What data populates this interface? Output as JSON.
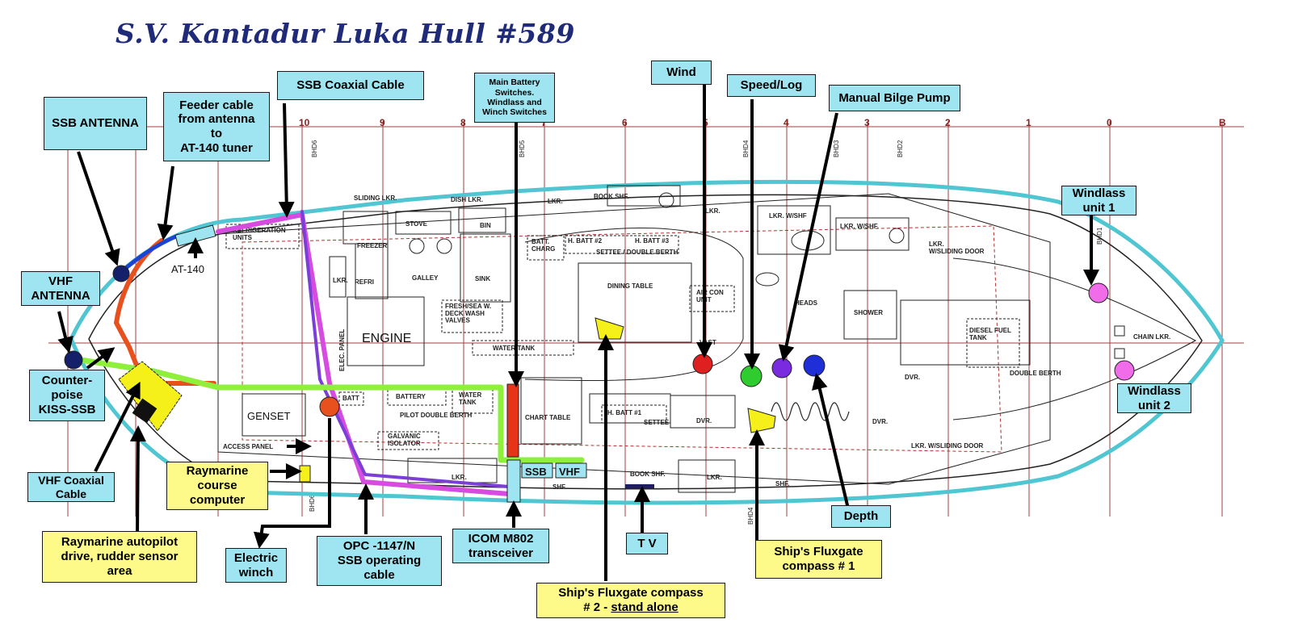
{
  "title": "S.V. Kantadur Luka Hull #589",
  "stations": [
    "10",
    "9",
    "8",
    "7",
    "6",
    "5",
    "4",
    "3",
    "2",
    "1",
    "0",
    "B"
  ],
  "bulkheads": [
    "BHD6",
    "BHD5",
    "BHD4",
    "BHD3",
    "BHD2",
    "BHD1",
    "BHD6",
    "BHD4"
  ],
  "callouts": {
    "ssb_antenna": "SSB ANTENNA",
    "feeder_cable": "Feeder cable\nfrom antenna\nto\nAT-140 tuner",
    "ssb_coaxial": "SSB Coaxial  Cable",
    "main_battery": "Main Battery\nSwitches.\nWindlass and\nWinch Switches",
    "wind": "Wind",
    "speed_log": "Speed/Log",
    "manual_bilge": "Manual Bilge Pump",
    "windlass1": "Windlass\n  unit 1",
    "vhf_antenna": "VHF\nANTENNA",
    "counterpoise": "Counter-\npoise\nKISS-SSB",
    "vhf_coaxial": "VHF Coaxial\nCable",
    "raymarine_course": "Raymarine\ncourse\ncomputer",
    "raymarine_autopilot": "Raymarine autopilot\ndrive,  rudder sensor\narea",
    "electric_winch": "Electric\nwinch",
    "opc": "OPC -1147/N\nSSB operating\ncable",
    "icom": "ICOM M802\ntransceiver",
    "tv": "T V",
    "fluxgate2_prefix": "Ship's Fluxgate compass\n# 2 - ",
    "fluxgate2_suffix": "stand alone",
    "fluxgate1": "Ship's Fluxgate\ncompass # 1",
    "depth": "Depth",
    "windlass2": "Windlass\n  unit 2"
  },
  "labels": {
    "at140": "AT-140",
    "engine": "ENGINE",
    "genset": "GENSET",
    "access_panel": "ACCESS PANEL",
    "ssb": "SSB",
    "vhf": "VHF",
    "refrigeration": "REFRIGERATION\nUNITS",
    "sliding_lkr": "SLIDING LKR.",
    "dish_lkr": "DISH LKR.",
    "lkr": "LKR.",
    "book_shf": "BOOK SHF.",
    "stove": "STOVE",
    "bin": "BIN",
    "freezer": "FREEZER",
    "galley": "GALLEY",
    "sink": "SINK",
    "refri": "REFRI",
    "batt_charg": "BATT.\nCHARG",
    "hbatt2": "H. BATT #2",
    "hbatt3": "H. BATT #3",
    "settee_double": "SETTEE / DOUBLE BERTH",
    "dining_table": "DINING TABLE",
    "aircon": "AIR CON\nUNIT",
    "freshsea": "FRESH/SEA W.\nDECK WASH\nVALVES",
    "water_tank": "WATER     TANK",
    "elec_panel": "ELEC. PANEL",
    "batt": "BATT",
    "battery": "BATTERY",
    "water_tank2": "WATER\nTANK",
    "pilot_double": "PILOT  DOUBLE  BERTH",
    "galvanic": "GALVANIC\nISOLATOR",
    "chart_table": "CHART TABLE",
    "hbatt1": "H. BATT #1",
    "settee": "SETTEE",
    "dvr": "DVR.",
    "heads": "HEADS",
    "shower": "SHOWER",
    "lkr_wshf": "LKR. W/SHF",
    "lkr_wshf2": "LKR. W/SHF.",
    "lkr_sliding": "LKR.\nW/SLIDING DOOR",
    "lkr_sliding2": "LKR. W/SLIDING DOOR",
    "diesel": "DIESEL FUEL\nTANK",
    "double_berth": "DOUBLE BERTH",
    "chain_lkr": "CHAIN LKR.",
    "vast": "VAST",
    "shf": "SHF.",
    "bookshf2": "BOOK SHF."
  },
  "colors": {
    "callout_cyan": "#9ee5f1",
    "callout_yellow": "#fdfa8a",
    "hull_outline": "#4fc6d1",
    "station_line": "#a04040",
    "refrigeration_cable": "#d64ce0",
    "opc_cable": "#7b3fd6",
    "vhf_coax": "#8ef03a",
    "counterpoise": "#e8501e",
    "feeder": "#1b44d4",
    "wind_sensor": "#e02020",
    "speed_sensor": "#2ecc2e",
    "bilge": "#7a2be0",
    "depth": "#1f2fd8",
    "windlass": "#f06ce8",
    "compass": "#f5ef1a"
  }
}
